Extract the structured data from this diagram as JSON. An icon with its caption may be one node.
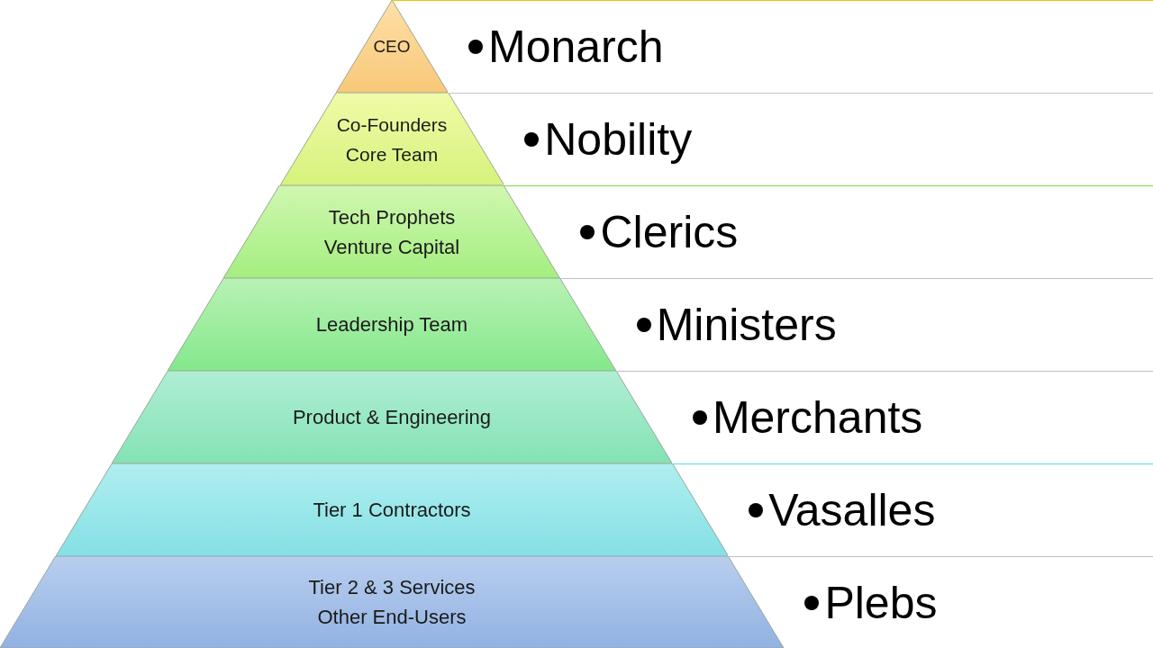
{
  "diagram": {
    "nodes": [
      {
        "text": [
          "CEO"
        ]
      },
      {
        "text": [
          "Co-Founders Core Team"
        ]
      },
      {
        "text": [
          "Tech Prophets Venture Capital"
        ]
      },
      {
        "text": [
          "Leadership Team"
        ]
      },
      {
        "text": [
          "Product & Engineering"
        ]
      },
      {
        "text": [
          "Tier 1 Contractors"
        ]
      },
      {
        "text": [
          "Tier 2 & 3 Services Other End-Users"
        ]
      },
      {
        "text": [
          "Monarch"
        ]
      },
      {
        "text": [
          "Nobility"
        ]
      },
      {
        "text": [
          "Clerics"
        ]
      },
      {
        "text": [
          "Ministers"
        ]
      },
      {
        "text": [
          "Merchants"
        ]
      },
      {
        "text": [
          "Vasalles"
        ]
      },
      {
        "text": [
          "Plebs"
        ]
      }
    ],
    "edges": []
  }
}
